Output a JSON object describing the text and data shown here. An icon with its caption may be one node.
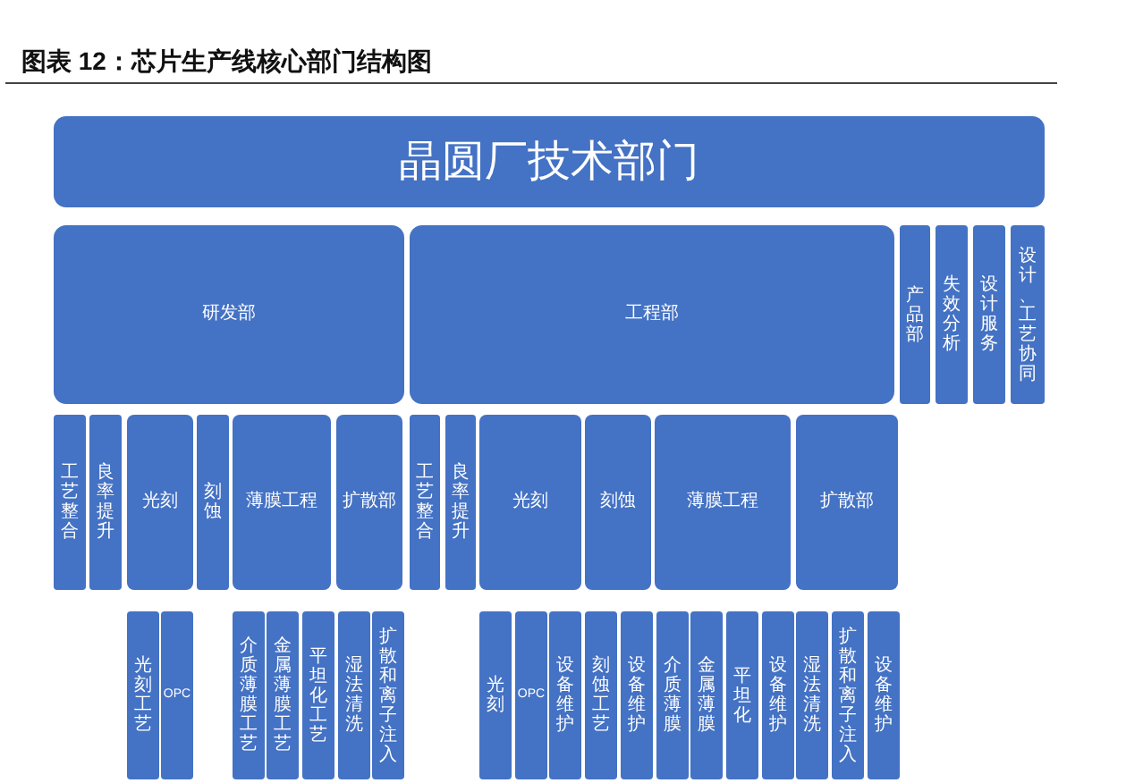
{
  "diagram": {
    "title": "图表 12：芯片生产线核心部门结构图",
    "nodes": [
      {
        "text": [
          "晶圆厂技术部门"
        ]
      },
      {
        "text": [
          "研发部"
        ]
      },
      {
        "text": [
          "工程部"
        ]
      },
      {
        "text": [
          "产品部"
        ]
      },
      {
        "text": [
          "失效分析"
        ]
      },
      {
        "text": [
          "设计服务"
        ]
      },
      {
        "text": [
          "设计、工艺协同"
        ]
      },
      {
        "text": [
          "工艺整合"
        ]
      },
      {
        "text": [
          "良率提升"
        ]
      },
      {
        "text": [
          "光刻"
        ]
      },
      {
        "text": [
          "刻蚀"
        ]
      },
      {
        "text": [
          "薄膜工程"
        ]
      },
      {
        "text": [
          "扩散部"
        ]
      },
      {
        "text": [
          "工艺整合"
        ]
      },
      {
        "text": [
          "良率提升"
        ]
      },
      {
        "text": [
          "光刻"
        ]
      },
      {
        "text": [
          "刻蚀"
        ]
      },
      {
        "text": [
          "薄膜工程"
        ]
      },
      {
        "text": [
          "扩散部"
        ]
      },
      {
        "text": [
          "光刻工艺"
        ]
      },
      {
        "text": [
          "OPC"
        ]
      },
      {
        "text": [
          "介质薄膜工艺"
        ]
      },
      {
        "text": [
          "金属薄膜工艺"
        ]
      },
      {
        "text": [
          "平坦化工艺"
        ]
      },
      {
        "text": [
          "湿法清洗"
        ]
      },
      {
        "text": [
          "扩散和离子注入"
        ]
      },
      {
        "text": [
          "光刻"
        ]
      },
      {
        "text": [
          "OPC"
        ]
      },
      {
        "text": [
          "设备维护"
        ]
      },
      {
        "text": [
          "刻蚀工艺"
        ]
      },
      {
        "text": [
          "设备维护"
        ]
      },
      {
        "text": [
          "介质薄膜"
        ]
      },
      {
        "text": [
          "金属薄膜"
        ]
      },
      {
        "text": [
          "平坦化"
        ]
      },
      {
        "text": [
          "设备维护"
        ]
      },
      {
        "text": [
          "湿法清洗"
        ]
      },
      {
        "text": [
          "扩散和离子注入"
        ]
      },
      {
        "text": [
          "设备维护"
        ]
      }
    ]
  }
}
